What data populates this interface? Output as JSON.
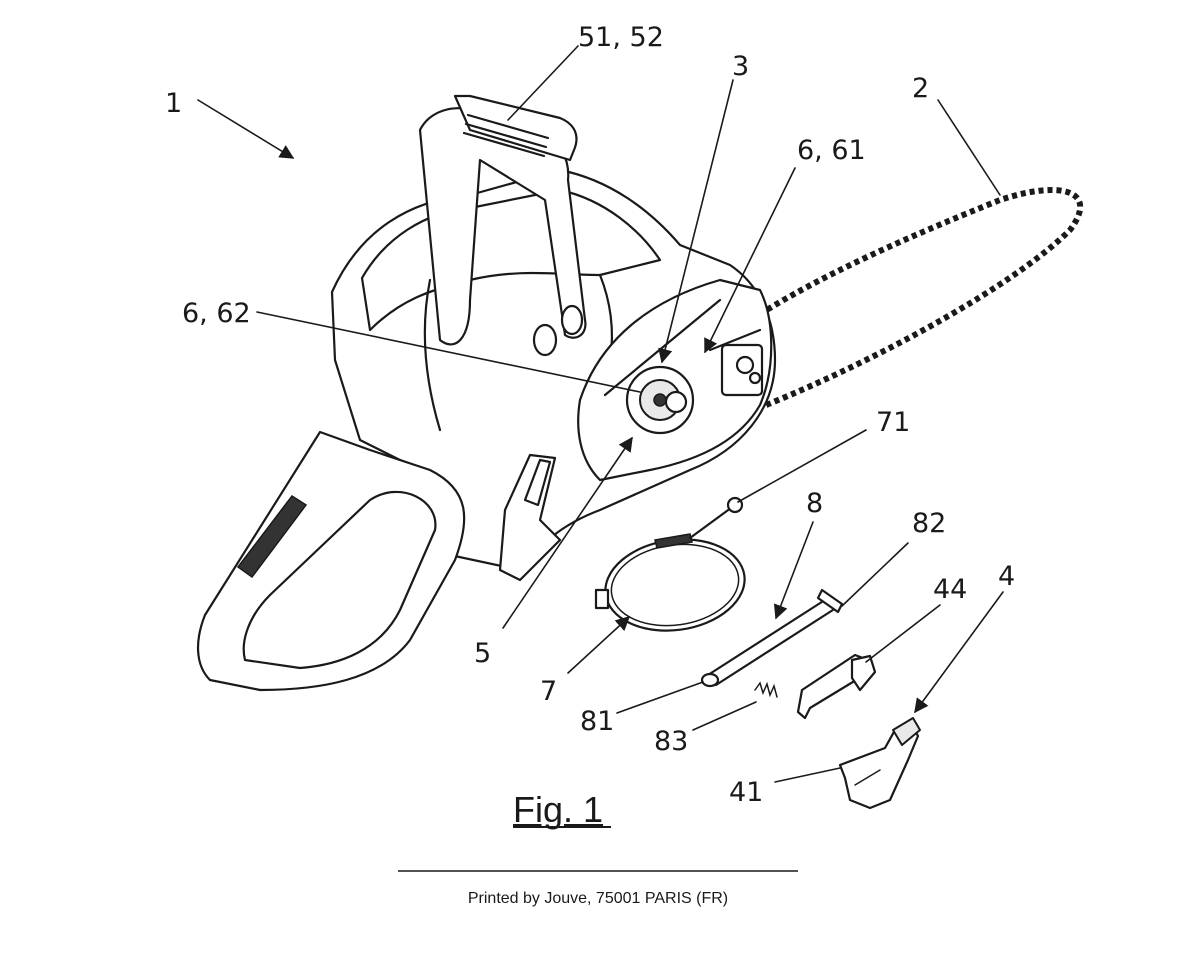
{
  "figure": {
    "caption": "Fig. 1",
    "printer_note": "Printed by Jouve, 75001 PARIS (FR)"
  },
  "reference_labels": [
    {
      "id": "label-1",
      "text": "1"
    },
    {
      "id": "label-51-52",
      "text": "51, 52"
    },
    {
      "id": "label-3",
      "text": "3"
    },
    {
      "id": "label-2",
      "text": "2"
    },
    {
      "id": "label-6-61",
      "text": "6, 61"
    },
    {
      "id": "label-6-62",
      "text": "6, 62"
    },
    {
      "id": "label-71",
      "text": "71"
    },
    {
      "id": "label-8",
      "text": "8"
    },
    {
      "id": "label-82",
      "text": "82"
    },
    {
      "id": "label-4",
      "text": "4"
    },
    {
      "id": "label-44",
      "text": "44"
    },
    {
      "id": "label-5",
      "text": "5"
    },
    {
      "id": "label-7",
      "text": "7"
    },
    {
      "id": "label-81",
      "text": "81"
    },
    {
      "id": "label-83",
      "text": "83"
    },
    {
      "id": "label-41",
      "text": "41"
    }
  ]
}
